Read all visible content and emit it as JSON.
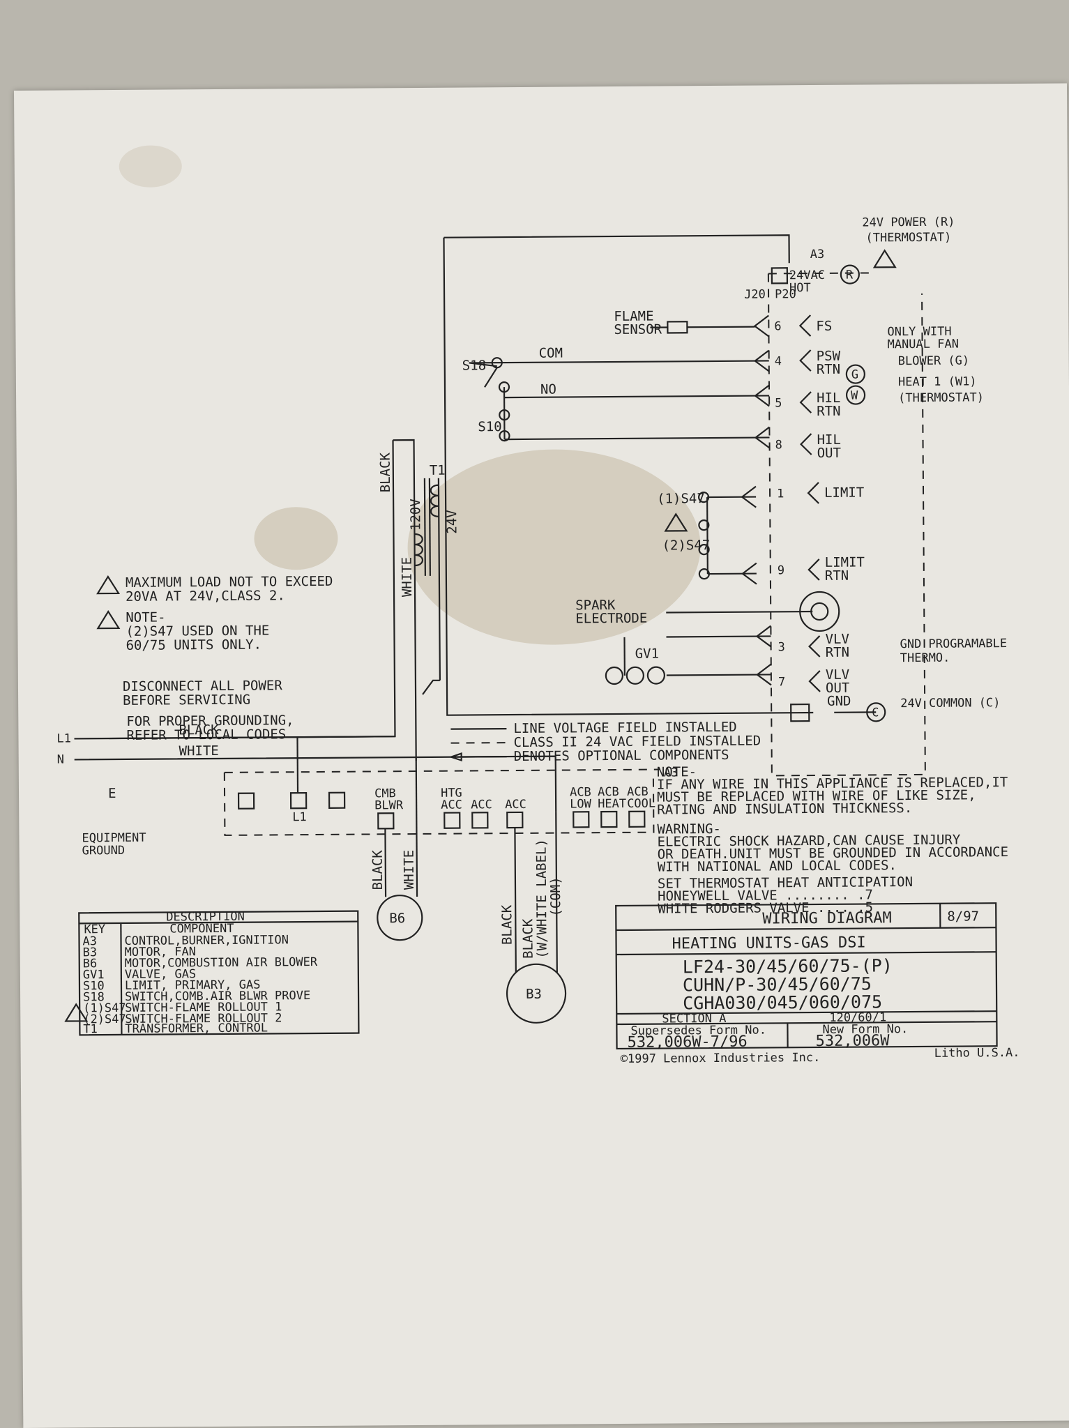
{
  "header": {
    "power_r": "24V POWER (R)",
    "thermostat_top": "(THERMOSTAT)",
    "a3_top": "A3",
    "vac_hot_1": "24VAC",
    "vac_hot_2": "HOT",
    "p20": "P20",
    "j20": "J20",
    "r_term": "R",
    "g_term": "G",
    "w_term": "W",
    "c_term": "C"
  },
  "pins": [
    {
      "num": "6",
      "label1": "FS",
      "label2": ""
    },
    {
      "num": "4",
      "label1": "PSW",
      "label2": "RTN"
    },
    {
      "num": "5",
      "label1": "HIL",
      "label2": "RTN"
    },
    {
      "num": "8",
      "label1": "HIL",
      "label2": "OUT"
    },
    {
      "num": "1",
      "label1": "LIMIT",
      "label2": ""
    },
    {
      "num": "9",
      "label1": "LIMIT",
      "label2": "RTN"
    },
    {
      "num": "3",
      "label1": "VLV",
      "label2": "RTN"
    },
    {
      "num": "7",
      "label1": "VLV",
      "label2": "OUT"
    }
  ],
  "components": {
    "flame_sensor_1": "FLAME",
    "flame_sensor_2": "SENSOR",
    "s18": "S18",
    "com": "COM",
    "no": "NO",
    "s10": "S10",
    "s47_1": "(1)S47",
    "s47_2": "(2)S47",
    "spark_1": "SPARK",
    "spark_2": "ELECTRODE",
    "gv1": "GV1",
    "t1": "T1",
    "v120": "120V",
    "v24": "24V",
    "black": "BLACK",
    "white": "WHITE",
    "gnd": "GND",
    "b6": "B6",
    "b3": "B3",
    "l1": "L1",
    "n": "N",
    "l1_box": "L1",
    "a3_box": "A3"
  },
  "right_notes": {
    "manual_fan_1": "ONLY WITH",
    "manual_fan_2": "MANUAL FAN",
    "blower": "BLOWER (G)",
    "heat": "HEAT 1 (W1)",
    "thermostat": "(THERMOSTAT)",
    "gnd_prog_1": "GND PROGRAMABLE",
    "gnd_prog_2": "THERMO.",
    "common": "24V COMMON (C)"
  },
  "acc_labels": {
    "cmb_1": "CMB",
    "cmb_2": "BLWR",
    "htg_1": "HTG",
    "htg_2": "ACC",
    "acc1": "ACC",
    "acc2": "ACC",
    "acb_low_1": "ACB",
    "acb_low_2": "LOW",
    "acb_heat_1": "ACB",
    "acb_heat_2": "HEAT",
    "acb_cool_1": "ACB",
    "acb_cool_2": "COOL"
  },
  "wire_labels": {
    "black_b6": "BLACK",
    "white_b6": "WHITE",
    "black_b3": "BLACK",
    "b3_1": "BLACK",
    "b3_2": "(W/WHITE LABEL)",
    "b3_3": "(COM)"
  },
  "legend": {
    "line": "LINE VOLTAGE FIELD INSTALLED",
    "class2": "CLASS II 24 VAC FIELD INSTALLED",
    "optional": "DENOTES OPTIONAL COMPONENTS"
  },
  "left_notes": {
    "max_load_1": "MAXIMUM LOAD NOT TO EXCEED",
    "max_load_2": "20VA AT 24V,CLASS 2.",
    "note_1": "NOTE-",
    "note_2": "(2)S47 USED ON THE",
    "note_3": "60/75 UNITS ONLY.",
    "disconnect_1": "DISCONNECT ALL POWER",
    "disconnect_2": "BEFORE SERVICING",
    "ground_1": "FOR PROPER GROUNDING,",
    "ground_2": "REFER TO LOCAL CODES",
    "equip_1": "EQUIPMENT",
    "equip_2": "GROUND",
    "e": "E"
  },
  "notes_right": {
    "n1": "NOTE-",
    "n2": "IF ANY WIRE IN THIS APPLIANCE IS REPLACED,IT",
    "n3": "MUST BE REPLACED WITH WIRE OF LIKE SIZE,",
    "n4": "RATING AND INSULATION THICKNESS.",
    "w1": "WARNING-",
    "w2": "ELECTRIC SHOCK HAZARD,CAN CAUSE INJURY",
    "w3": "OR DEATH.UNIT MUST BE GROUNDED IN ACCORDANCE",
    "w4": "WITH NATIONAL AND LOCAL CODES.",
    "s1": "SET THERMOSTAT HEAT ANTICIPATION",
    "s2": "HONEYWELL VALVE ........  .7",
    "s3": "WHITE RODGERS VALVE ....  .5"
  },
  "key_table": {
    "header": "DESCRIPTION",
    "col_key": "KEY",
    "col_comp": "COMPONENT",
    "rows": [
      {
        "key": "A3",
        "comp": "CONTROL,BURNER,IGNITION"
      },
      {
        "key": "B3",
        "comp": "MOTOR, FAN"
      },
      {
        "key": "B6",
        "comp": "MOTOR,COMBUSTION AIR BLOWER"
      },
      {
        "key": "GV1",
        "comp": "VALVE, GAS"
      },
      {
        "key": "S10",
        "comp": "LIMIT, PRIMARY, GAS"
      },
      {
        "key": "S18",
        "comp": "SWITCH,COMB.AIR BLWR PROVE"
      },
      {
        "key": "(1)S47",
        "comp": "SWITCH-FLAME ROLLOUT 1"
      },
      {
        "key": "(2)S47",
        "comp": "SWITCH-FLAME ROLLOUT 2"
      },
      {
        "key": "T1",
        "comp": "TRANSFORMER, CONTROL"
      }
    ]
  },
  "title_block": {
    "title": "WIRING DIAGRAM",
    "date": "8/97",
    "subtitle": "HEATING UNITS-GAS DSI",
    "model_1": "LF24-30/45/60/75-(P)",
    "model_2": "CUHN/P-30/45/60/75",
    "model_3": "CGHA030/045/060/075",
    "section": "SECTION A",
    "voltage": "120/60/1",
    "supersedes_label": "Supersedes Form No.",
    "supersedes": "532,006W-7/96",
    "new_label": "New Form No.",
    "new_form": "532,006W",
    "copyright": "©1997 Lennox Industries Inc.",
    "litho": "Litho U.S.A."
  }
}
